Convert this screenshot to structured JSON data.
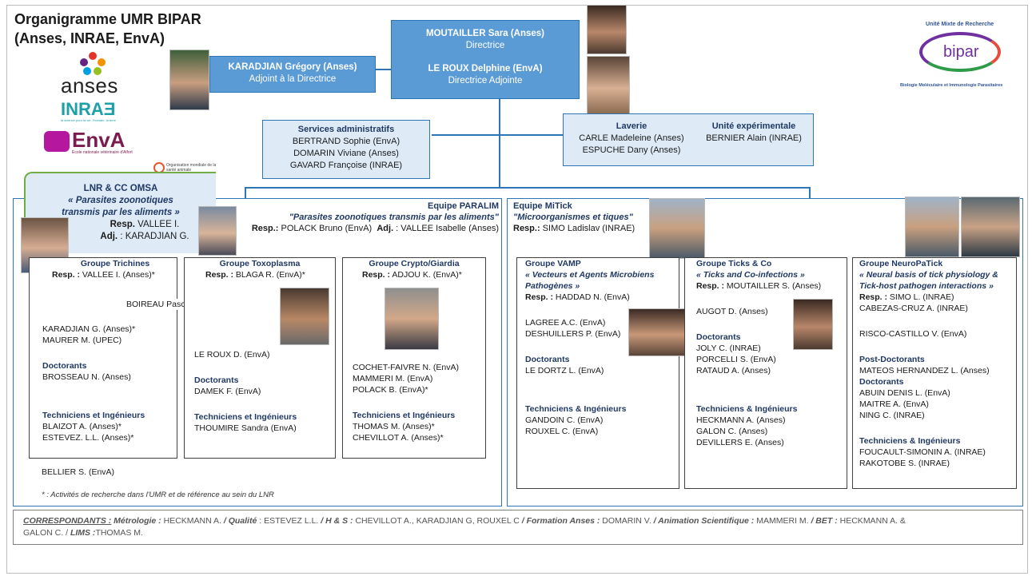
{
  "title": {
    "line1": "Organigramme  UMR BIPAR",
    "line2": "(Anses, INRAE, EnvA)"
  },
  "logos": {
    "anses": "anses",
    "inrae": "INRAƎ",
    "inrae_sub": "la science pour la vie, l'humain, la terre",
    "enva": "EnvA",
    "enva_sub": "École nationale vétérinaire d'Alfort",
    "oie": "Organisation mondiale de la santé animale",
    "bipar_top": "Unité Mixte de Recherche",
    "bipar": "bipar",
    "bipar_bottom": "Biologie Moléculaire et Immunologie Parasitaires"
  },
  "direction": {
    "director_name": "MOUTAILLER Sara (Anses)",
    "director_role": "Directrice",
    "deputy_name": "LE ROUX Delphine (EnvA)",
    "deputy_role": "Directrice Adjointe",
    "assistant_name": "KARADJIAN Grégory (Anses)",
    "assistant_role": "Adjoint à la Directrice"
  },
  "admin": {
    "title": "Services administratifs",
    "members": [
      "BERTRAND  Sophie (EnvA)",
      "DOMARIN Viviane (Anses)",
      "GAVARD  Françoise (INRAE)"
    ]
  },
  "laverie": {
    "title": "Laverie",
    "members": [
      "CARLE Madeleine (Anses)",
      "ESPUCHE Dany (Anses)"
    ],
    "unit_title": "Unité expérimentale",
    "unit_member": "BERNIER  Alain (INRAE)"
  },
  "lnr": {
    "title": "LNR & CC OMSA",
    "subtitle1": "«  Parasites zoonotiques",
    "subtitle2": "transmis par les aliments »",
    "resp_label": "Resp.",
    "resp": " VALLEE  I.",
    "adj_label": "Adj.",
    "adj": " : KARADJIAN  G."
  },
  "paralim": {
    "title": "Equipe PARALIM",
    "subtitle": "\"Parasites zoonotiques transmis par les aliments\"",
    "resp_label": "Resp.:",
    "resp": " POLACK Bruno (EnvA)",
    "adj_label": "Adj.",
    "adj": " : VALLEE  Isabelle (Anses)",
    "footnote": "* : Activités de recherche dans l'UMR et de référence au sein du LNR"
  },
  "trichines": {
    "title": "Groupe Trichines",
    "resp_label": "Resp. :",
    "resp": " VALLEE  I. (Anses)*",
    "floating": "BOIREAU Pascal (Anses)",
    "members": [
      "KARADJIAN  G. (Anses)*",
      "MAURER  M. (UPEC)"
    ],
    "doct_title": "Doctorants",
    "doct": [
      "BROSSEAU  N. (Anses)"
    ],
    "tech_title": "Techniciens et Ingénieurs",
    "tech": [
      "BLAIZOT A. (Anses)*",
      "ESTEVEZ.  L.L. (Anses)*"
    ],
    "extra": "BELLIER  S. (EnvA)"
  },
  "toxo": {
    "title": "Groupe Toxoplasma",
    "resp_label": "Resp. :",
    "resp": " BLAGA R. (EnvA)*",
    "members": [
      "LE ROUX  D. (EnvA)"
    ],
    "doct_title": "Doctorants",
    "doct": [
      "DAMEK  F. (EnvA)"
    ],
    "tech_title": "Techniciens et Ingénieurs",
    "tech": [
      "THOUMIRE Sandra (EnvA)"
    ]
  },
  "crypto": {
    "title": "Groupe Crypto/Giardia",
    "resp_label": "Resp. :",
    "resp": " ADJOU K. (EnvA)*",
    "members": [
      "COCHET-FAIVRE  N. (EnvA)",
      "MAMMERI  M. (EnvA)",
      "POLACK  B. (EnvA)*"
    ],
    "tech_title": "Techniciens et Ingénieurs",
    "tech": [
      "THOMAS  M. (Anses)*",
      "CHEVILLOT  A. (Anses)*"
    ]
  },
  "mitick": {
    "title": "Equipe MiTick",
    "subtitle": "\"Microorganismes et tiques\"",
    "resp_label": "Resp.:",
    "resp": " SIMO Ladislav (INRAE)"
  },
  "vamp": {
    "title": "Groupe VAMP",
    "subtitle1": "« Vecteurs et Agents Microbiens",
    "subtitle2": "Pathogènes  »",
    "resp_label": "Resp. :",
    "resp": " HADDAD  N. (EnvA)",
    "members": [
      "LAGREE  A.C. (EnvA)",
      "DESHUILLERS  P. (EnvA)"
    ],
    "doct_title": "Doctorants",
    "doct": [
      "LE DORTZ  L. (EnvA)"
    ],
    "tech_title": "Techniciens & Ingénieurs",
    "tech": [
      "GANDOIN  C. (EnvA)",
      "ROUXEL  C. (EnvA)"
    ]
  },
  "ticks": {
    "title": "Groupe Ticks & Co",
    "subtitle": "« Ticks and Co-infections  »",
    "resp_label": "Resp. :",
    "resp": " MOUTAILLER  S. (Anses)",
    "members": [
      "AUGOT  D. (Anses)"
    ],
    "doct_title": "Doctorants",
    "doct": [
      "JOLY  C. (INRAE)",
      "PORCELLI  S. (EnvA)",
      "RATAUD  A. (Anses)"
    ],
    "tech_title": "Techniciens & Ingénieurs",
    "tech": [
      "HECKMANN  A. (Anses)",
      "GALON  C. (Anses)",
      "DEVILLERS  E. (Anses)"
    ]
  },
  "neuro": {
    "title": "Groupe NeuroPaTick",
    "subtitle1": "« Neural basis of tick physiology &",
    "subtitle2": "Tick-host pathogen interactions »",
    "resp_label": "Resp. :",
    "resp": " SIMO L. (INRAE)",
    "members": [
      "CABEZAS-CRUZ  A. (INRAE)",
      "RISCO-CASTILLO  V. (EnvA)"
    ],
    "postdoc_title": "Post-Doctorants",
    "postdoc": [
      "MATEOS HERNANDEZ  L. (Anses)"
    ],
    "doct_title": "Doctorants",
    "doct": [
      "ABUIN DENIS  L. (EnvA)",
      "MAITRE  A. (EnvA)",
      "NING  C. (INRAE)"
    ],
    "tech_title": "Techniciens & Ingénieurs",
    "tech": [
      "FOUCAULT-SIMONIN  A. (INRAE)",
      "RAKOTOBE  S. (INRAE)"
    ]
  },
  "correspondants": {
    "label": "CORRESPONDANTS :",
    "metro_label": " Métrologie : ",
    "metro": "HECKMANN  A. ",
    "qual_label": " / Qualité",
    "qual": " :  ESTEVEZ  L.L. ",
    "hs_label": "/ H & S : ",
    "hs": "CHEVILLOT  A., KARADJIAN  G, ROUXEL C ",
    "form_label": "/ Formation Anses :",
    "form": " DOMARIN V. ",
    "anim_label": "/ Animation Scientifique  :",
    "anim": " MAMMERI  M. ",
    "bet_label": "/ BET : ",
    "bet": "HECKMANN  A. &",
    "line2": "GALON  C.  / ",
    "lims_label": "LIMS :",
    "lims": "THOMAS  M."
  },
  "colors": {
    "dark_box": "#5b9bd5",
    "light_box": "#deebf7",
    "line": "#2e75b6",
    "heading": "#1f3864",
    "lnr_border": "#70ad47"
  }
}
